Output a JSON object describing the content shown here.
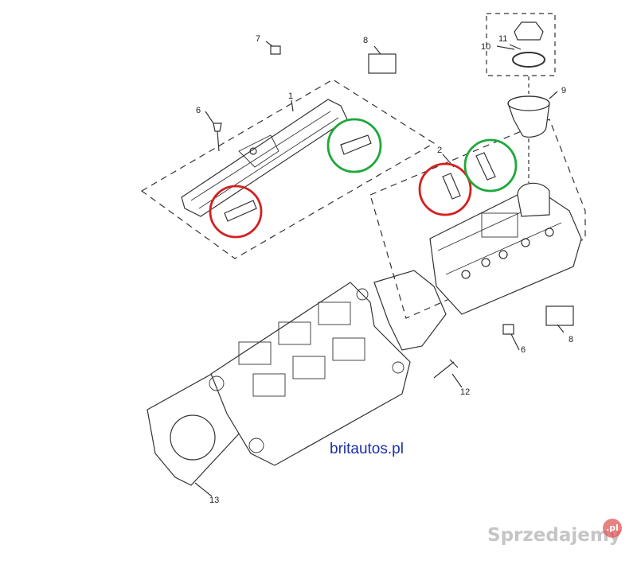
{
  "callouts": {
    "c1": "1",
    "c2": "2",
    "c6a": "6",
    "c6b": "6",
    "c7": "7",
    "c8a": "8",
    "c8b": "8",
    "c9": "9",
    "c10": "10",
    "c11": "11",
    "c12": "12",
    "c13": "13"
  },
  "caption": "britautos.pl",
  "watermark": {
    "text": "Sprzedajemy",
    "badge": ".pl"
  },
  "colors": {
    "highlight_red": "#d42020",
    "highlight_green": "#1ea83a",
    "caption": "#1c2fa8",
    "line": "#333333"
  }
}
